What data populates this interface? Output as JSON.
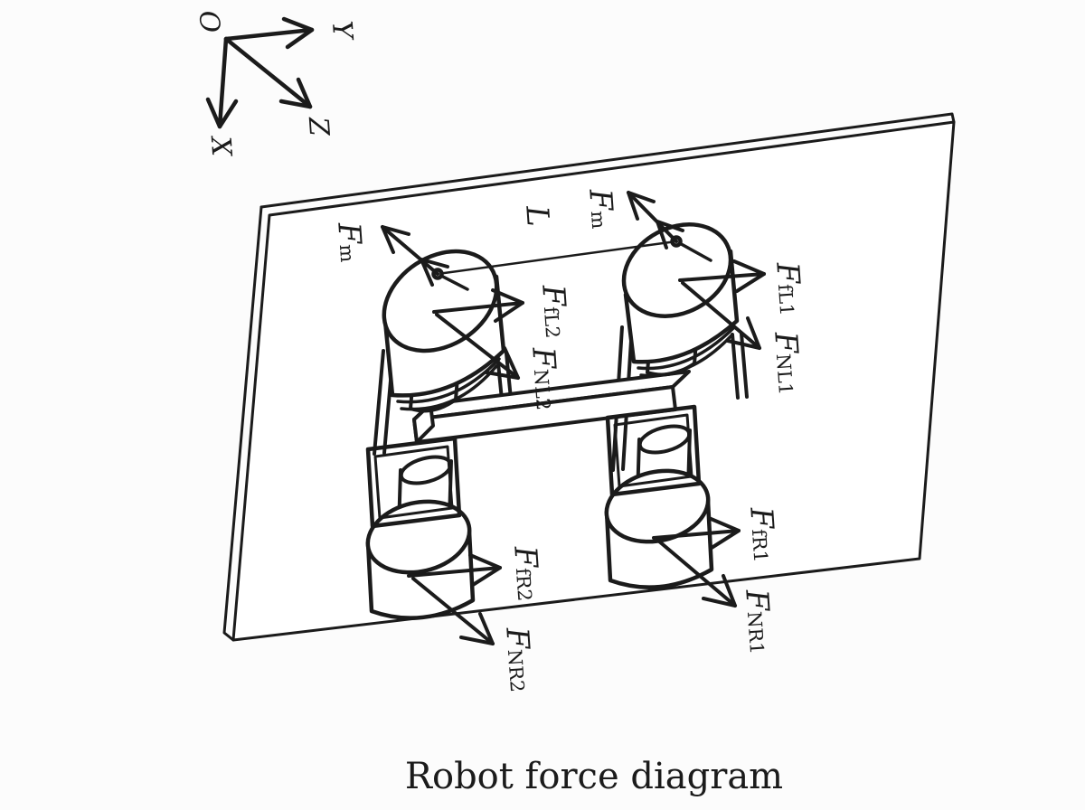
{
  "figure": {
    "caption": "Robot force diagram",
    "coordinate_system": {
      "origin": "O",
      "axis_x": "X",
      "axis_y": "Y",
      "axis_z": "Z"
    },
    "wheelbase_label": "L",
    "forces": {
      "m_rear": {
        "symbol": "F",
        "subscript": "m"
      },
      "m_front": {
        "symbol": "F",
        "subscript": "m"
      },
      "fL1": {
        "symbol": "F",
        "subscript": "fL1"
      },
      "NL1": {
        "symbol": "F",
        "subscript": "NL1"
      },
      "fL2": {
        "symbol": "F",
        "subscript": "fL2"
      },
      "NL2": {
        "symbol": "F",
        "subscript": "NL2"
      },
      "fR1": {
        "symbol": "F",
        "subscript": "fR1"
      },
      "NR1": {
        "symbol": "F",
        "subscript": "NR1"
      },
      "fR2": {
        "symbol": "F",
        "subscript": "fR2"
      },
      "NR2": {
        "symbol": "F",
        "subscript": "NR2"
      }
    },
    "colors": {
      "ink": "#1b1b1b",
      "background": "#fcfcfc",
      "surface": "#ffffff"
    }
  }
}
